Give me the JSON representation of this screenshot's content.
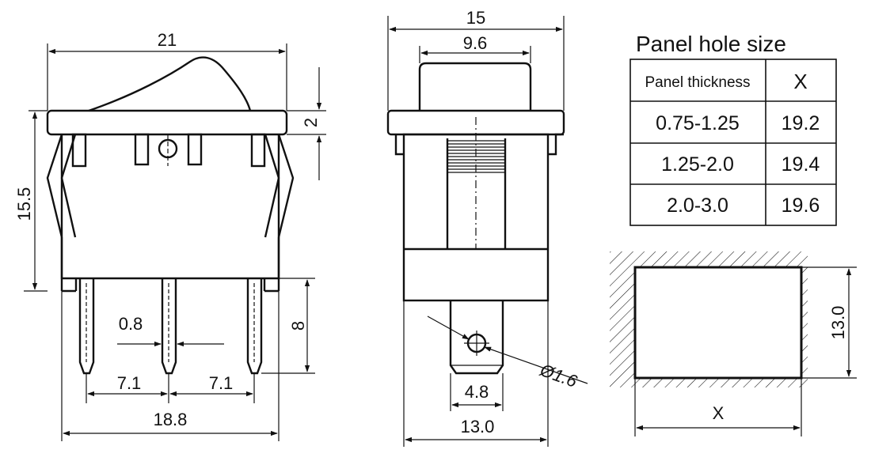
{
  "side_view": {
    "width_label": "21",
    "cap_height_label": "2",
    "body_height_label": "15.5",
    "terminal_length_label": "8",
    "terminal_thickness_label": "0.8",
    "pitch_left_label": "7.1",
    "pitch_right_label": "7.1",
    "terminal_span_label": "18.8"
  },
  "front_view": {
    "frame_width_label": "15",
    "rocker_width_label": "9.6",
    "hole_diameter_label": "Ø1.6",
    "terminal_width_label": "4.8",
    "body_width_label": "13.0"
  },
  "panel_table": {
    "title": "Panel hole size",
    "header_thickness": "Panel thickness",
    "header_x": "X",
    "rows": [
      {
        "thickness": "0.75-1.25",
        "x": "19.2"
      },
      {
        "thickness": "1.25-2.0",
        "x": "19.4"
      },
      {
        "thickness": "2.0-3.0",
        "x": "19.6"
      }
    ]
  },
  "panel_cutout": {
    "height_label": "13.0",
    "width_label": "X"
  }
}
